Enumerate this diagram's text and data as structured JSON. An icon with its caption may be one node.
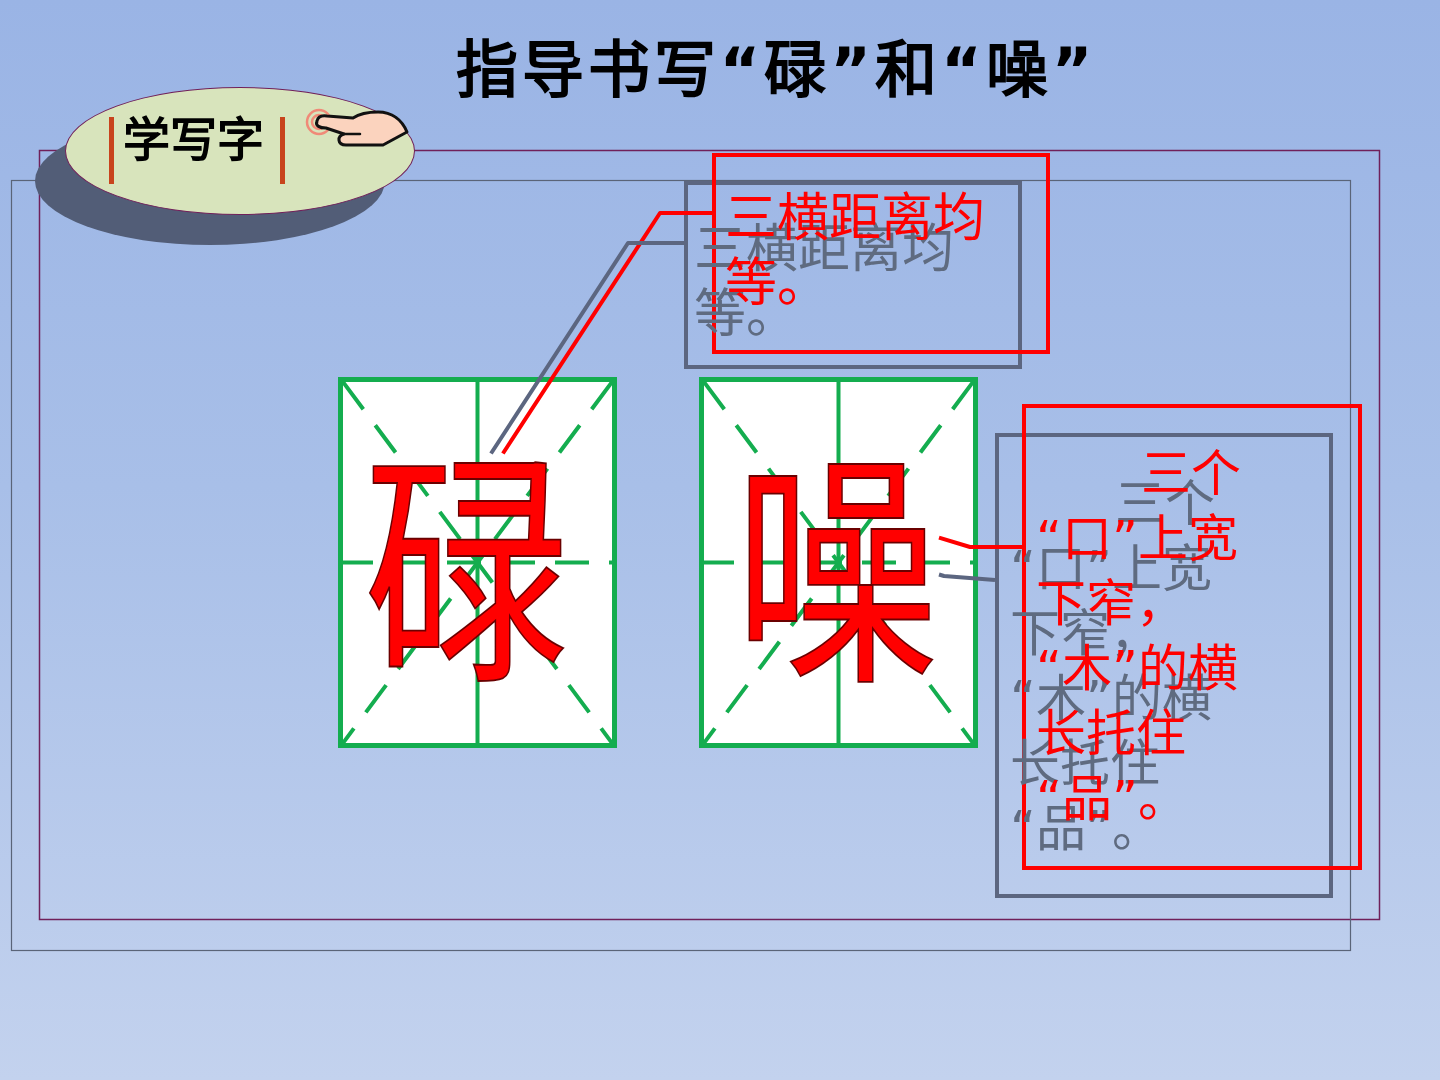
{
  "diagram": {
    "title": "指导书写“碌”和“噪”",
    "nodes": [
      {
        "text": [
          "学写字"
        ]
      },
      {
        "text": [
          "三横距离均等。"
        ]
      },
      {
        "text": [],
        "shape": "box"
      },
      {
        "text": [
          "碌"
        ],
        "in": 2
      },
      {
        "text": [],
        "shape": "box"
      },
      {
        "text": [
          "噪"
        ],
        "in": 4
      },
      {
        "text": [
          "三个“口”上宽下窄，“木”的横长托住“品”。"
        ]
      }
    ],
    "edges": [
      {
        "from": 1,
        "to": 3,
        "arrow": "none",
        "color": "#ff0000"
      },
      {
        "from": 1,
        "to": 3,
        "arrow": "none",
        "color": "#5c6680"
      },
      {
        "from": 6,
        "to": 5,
        "arrow": "none",
        "color": "#ff0000"
      },
      {
        "from": 6,
        "to": 5,
        "arrow": "none",
        "color": "#5c6680"
      }
    ]
  }
}
